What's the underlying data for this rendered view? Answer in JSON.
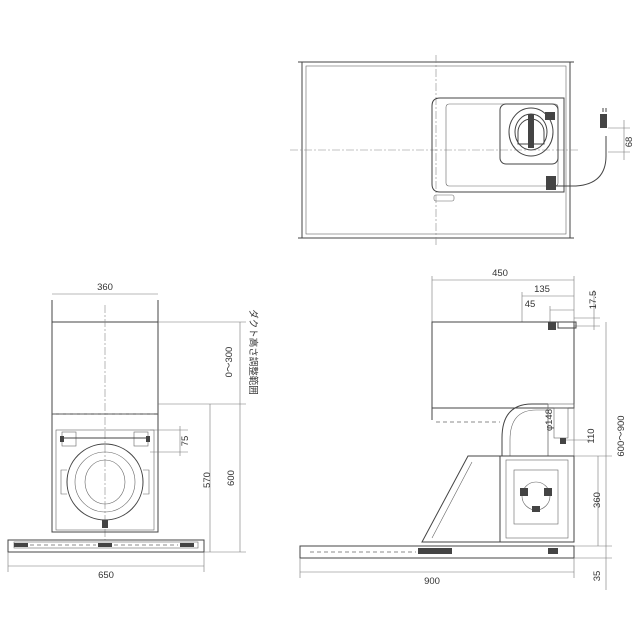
{
  "dimensions": {
    "d360_top": "360",
    "d0_300": "0～300",
    "duct_label": "ダクト高さ調整範囲",
    "d75": "75",
    "d570": "570",
    "d600": "600",
    "d650": "650",
    "d450": "450",
    "d135": "135",
    "d45": "45",
    "d17_5": "17.5",
    "d148": "φ148",
    "d110": "110",
    "d600_900": "600～900",
    "d360_side": "360",
    "d900": "900",
    "d35": "35",
    "d68": "68"
  }
}
